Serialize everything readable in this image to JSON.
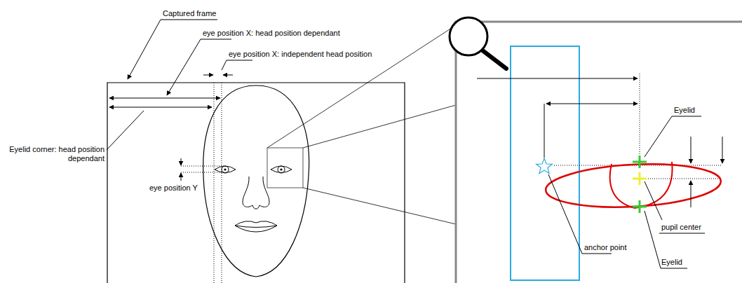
{
  "diagram": {
    "labels": [
      "Captured frame",
      "eye position X: head position dependant",
      "eye position X: independent head position",
      "Eyelid corner: head position dependant",
      "eye position Y",
      "Eyelid",
      "anchor point",
      "pupil center",
      "Eyelid"
    ]
  }
}
